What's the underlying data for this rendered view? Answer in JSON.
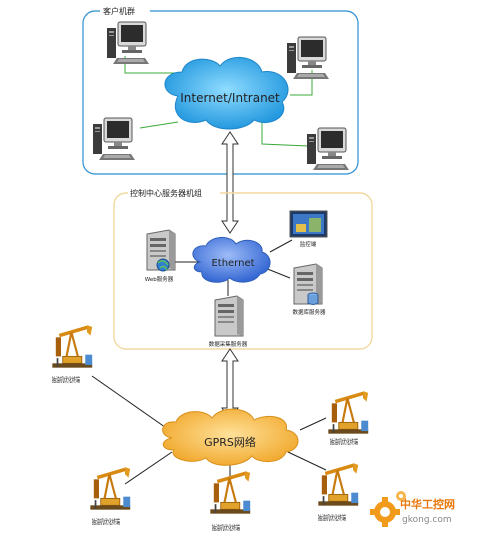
{
  "groups": {
    "client": "客户机群",
    "control": "控制中心服务器机组"
  },
  "clouds": {
    "internet": "Internet/Intranet",
    "ethernet": "Ethernet",
    "gprs": "GPRS网络"
  },
  "servers": {
    "web": "Web服务器",
    "monitor": "监控端",
    "database": "数据库服务器",
    "data_collect": "数据采集服务器"
  },
  "terminals": {
    "t1": "抽油机优化终端",
    "t2": "抽油机优化终端",
    "t3": "抽油机优化终端",
    "t4": "抽油机优化终端",
    "t5": "抽油机优化终端"
  },
  "watermark": {
    "brand": "中华工控网",
    "url": "gkong.com"
  },
  "colors": {
    "client_border": "#2a8fd0",
    "control_border": "#f2d9a0",
    "internet_cloud": "#2fa6e6",
    "ethernet_cloud": "#4d84e2",
    "gprs_cloud": "#f3b43a",
    "link_green": "#3aa83a"
  }
}
